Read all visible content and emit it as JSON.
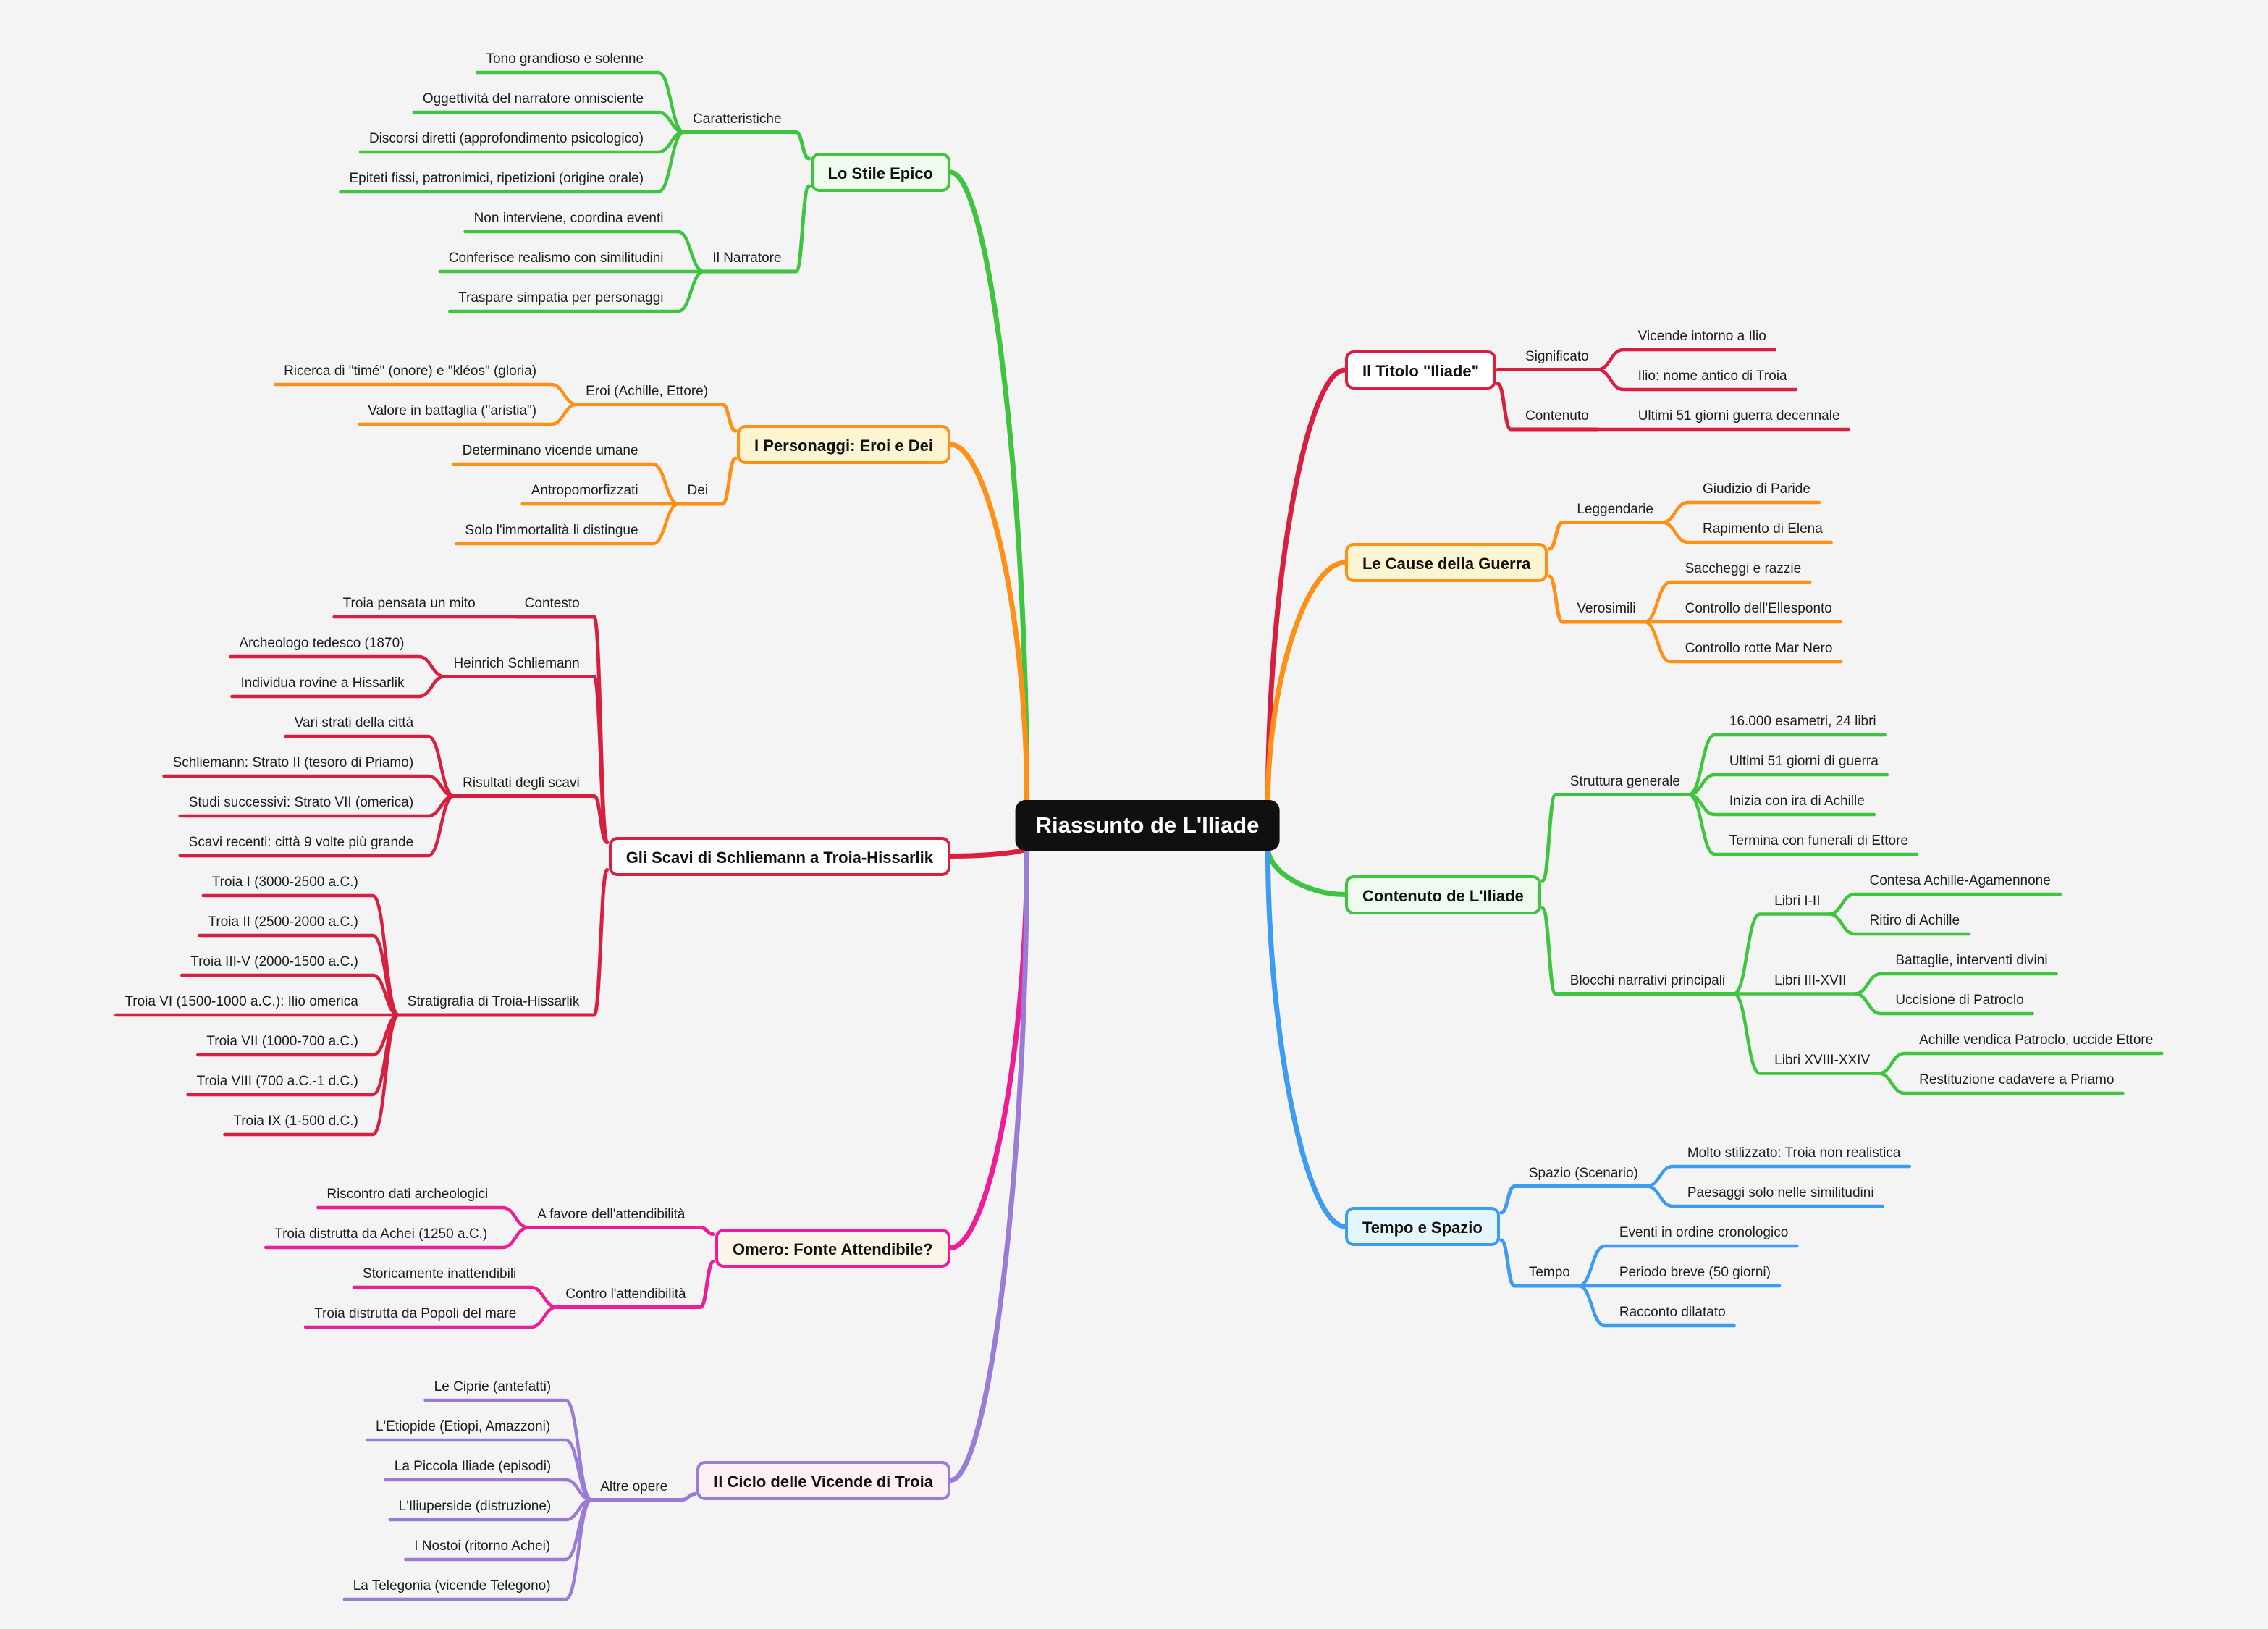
{
  "title": "Riassunto de L'Iliade",
  "background_color": "#f4f4f5",
  "mindmap": {
    "root": {
      "label": "Riassunto de L'Iliade",
      "bg": "#101010",
      "text_color": "#ffffff"
    },
    "branches": [
      {
        "label": "Lo Stile Epico",
        "side": "left",
        "line": "#3ec43e",
        "fill": "#f0fbf0",
        "children": [
          {
            "label": "Caratteristiche",
            "children": [
              {
                "label": "Tono grandioso e solenne"
              },
              {
                "label": "Oggettività del narratore onnisciente"
              },
              {
                "label": "Discorsi diretti (approfondimento psicologico)"
              },
              {
                "label": "Epiteti fissi, patronimici, ripetizioni (origine orale)"
              }
            ]
          },
          {
            "label": "Il Narratore",
            "children": [
              {
                "label": "Non interviene, coordina eventi"
              },
              {
                "label": "Conferisce realismo con similitudini"
              },
              {
                "label": "Traspare simpatia per personaggi"
              }
            ]
          }
        ]
      },
      {
        "label": "I Personaggi: Eroi e Dei",
        "side": "left",
        "line": "#ff9015",
        "fill": "#fdf5d2",
        "children": [
          {
            "label": "Eroi (Achille, Ettore)",
            "children": [
              {
                "label": "Ricerca di \"timé\" (onore) e \"kléos\" (gloria)"
              },
              {
                "label": "Valore in battaglia (\"aristia\")"
              }
            ]
          },
          {
            "label": "Dei",
            "children": [
              {
                "label": "Determinano vicende umane"
              },
              {
                "label": "Antropomorfizzati"
              },
              {
                "label": "Solo l'immortalità li distingue"
              }
            ]
          }
        ]
      },
      {
        "label": "Gli Scavi di Schliemann a Troia-Hissarlik",
        "side": "left",
        "line": "#d91f3f",
        "fill": "#ffffff",
        "children": [
          {
            "label": "Contesto",
            "children": [
              {
                "label": "Troia pensata un mito"
              }
            ]
          },
          {
            "label": "Heinrich Schliemann",
            "children": [
              {
                "label": "Archeologo tedesco (1870)"
              },
              {
                "label": "Individua rovine a Hissarlik"
              }
            ]
          },
          {
            "label": "Risultati degli scavi",
            "children": [
              {
                "label": "Vari strati della città"
              },
              {
                "label": "Schliemann: Strato II (tesoro di Priamo)"
              },
              {
                "label": "Studi successivi: Strato VII (omerica)"
              },
              {
                "label": "Scavi recenti: città 9 volte più grande"
              }
            ]
          },
          {
            "label": "Stratigrafia di Troia-Hissarlik",
            "children": [
              {
                "label": "Troia I (3000-2500 a.C.)"
              },
              {
                "label": "Troia II (2500-2000 a.C.)"
              },
              {
                "label": "Troia III-V (2000-1500 a.C.)"
              },
              {
                "label": "Troia VI (1500-1000 a.C.): Ilio omerica"
              },
              {
                "label": "Troia VII (1000-700 a.C.)"
              },
              {
                "label": "Troia VIII (700 a.C.-1 d.C.)"
              },
              {
                "label": "Troia IX (1-500 d.C.)"
              }
            ]
          }
        ]
      },
      {
        "label": "Omero: Fonte Attendibile?",
        "side": "left",
        "line": "#ee1d96",
        "fill": "#fbf5e7",
        "children": [
          {
            "label": "A favore dell'attendibilità",
            "children": [
              {
                "label": "Riscontro dati archeologici"
              },
              {
                "label": "Troia distrutta da Achei (1250 a.C.)"
              }
            ]
          },
          {
            "label": "Contro l'attendibilità",
            "children": [
              {
                "label": "Storicamente inattendibili"
              },
              {
                "label": "Troia distrutta da Popoli del mare"
              }
            ]
          }
        ]
      },
      {
        "label": "Il Ciclo delle Vicende di Troia",
        "side": "left",
        "line": "#9a7cd6",
        "fill": "#fdeff6",
        "children": [
          {
            "label": "Altre opere",
            "children": [
              {
                "label": "Le Ciprie (antefatti)"
              },
              {
                "label": "L'Etiopide (Etiopi, Amazzoni)"
              },
              {
                "label": "La Piccola Iliade (episodi)"
              },
              {
                "label": "L'Iliuperside (distruzione)"
              },
              {
                "label": "I Nostoi (ritorno Achei)"
              },
              {
                "label": "La Telegonia (vicende Telegono)"
              }
            ]
          }
        ]
      },
      {
        "label": "Il Titolo \"Iliade\"",
        "side": "right",
        "line": "#d91f3f",
        "fill": "#ffffff",
        "children": [
          {
            "label": "Significato",
            "children": [
              {
                "label": "Vicende intorno a Ilio"
              },
              {
                "label": "Ilio: nome antico di Troia"
              }
            ]
          },
          {
            "label": "Contenuto",
            "children": [
              {
                "label": "Ultimi 51 giorni guerra decennale"
              }
            ]
          }
        ]
      },
      {
        "label": "Le Cause della Guerra",
        "side": "right",
        "line": "#ff9015",
        "fill": "#fdf5d2",
        "children": [
          {
            "label": "Leggendarie",
            "children": [
              {
                "label": "Giudizio di Paride"
              },
              {
                "label": "Rapimento di Elena"
              }
            ]
          },
          {
            "label": "Verosimili",
            "children": [
              {
                "label": "Saccheggi e razzie"
              },
              {
                "label": "Controllo dell'Ellesponto"
              },
              {
                "label": "Controllo rotte Mar Nero"
              }
            ]
          }
        ]
      },
      {
        "label": "Contenuto de L'Iliade",
        "side": "right",
        "line": "#3ec43e",
        "fill": "#f0fbf0",
        "children": [
          {
            "label": "Struttura generale",
            "children": [
              {
                "label": "16.000 esametri, 24 libri"
              },
              {
                "label": "Ultimi 51 giorni di guerra"
              },
              {
                "label": "Inizia con ira di Achille"
              },
              {
                "label": "Termina con funerali di Ettore"
              }
            ]
          },
          {
            "label": "Blocchi narrativi principali",
            "children": [
              {
                "label": "Libri I-II",
                "children": [
                  {
                    "label": "Contesa Achille-Agamennone"
                  },
                  {
                    "label": "Ritiro di Achille"
                  }
                ]
              },
              {
                "label": "Libri III-XVII",
                "children": [
                  {
                    "label": "Battaglie, interventi divini"
                  },
                  {
                    "label": "Uccisione di Patroclo"
                  }
                ]
              },
              {
                "label": "Libri XVIII-XXIV",
                "children": [
                  {
                    "label": "Achille vendica Patroclo, uccide Ettore"
                  },
                  {
                    "label": "Restituzione cadavere a Priamo"
                  }
                ]
              }
            ]
          }
        ]
      },
      {
        "label": "Tempo e Spazio",
        "side": "right",
        "line": "#3d9bf2",
        "fill": "#e4f6fd",
        "children": [
          {
            "label": "Spazio (Scenario)",
            "children": [
              {
                "label": "Molto stilizzato: Troia non realistica"
              },
              {
                "label": "Paesaggi solo nelle similitudini"
              }
            ]
          },
          {
            "label": "Tempo",
            "children": [
              {
                "label": "Eventi in ordine cronologico"
              },
              {
                "label": "Periodo breve (50 giorni)"
              },
              {
                "label": "Racconto dilatato"
              }
            ]
          }
        ]
      }
    ]
  }
}
